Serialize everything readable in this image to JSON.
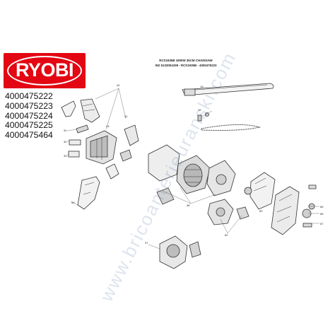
{
  "brand": {
    "name": "RYOBI",
    "color": "#e30613"
  },
  "product_codes": [
    "4000475222",
    "4000475223",
    "4000475224",
    "4000475225",
    "4000475464"
  ],
  "title": {
    "line1": "RCS1935B 1900W 35CM CHAINSAW",
    "line2": "IN2 5133004338 - RCS1935B - 4000475223"
  },
  "watermark": "www.bricoanterieuranski.com",
  "diagram": {
    "type": "exploded-parts-view",
    "callouts": [
      "13",
      "12",
      "42",
      "41",
      "43",
      "31",
      "32",
      "33",
      "40",
      "37",
      "38",
      "62",
      "63",
      "65",
      "66",
      "67"
    ]
  }
}
